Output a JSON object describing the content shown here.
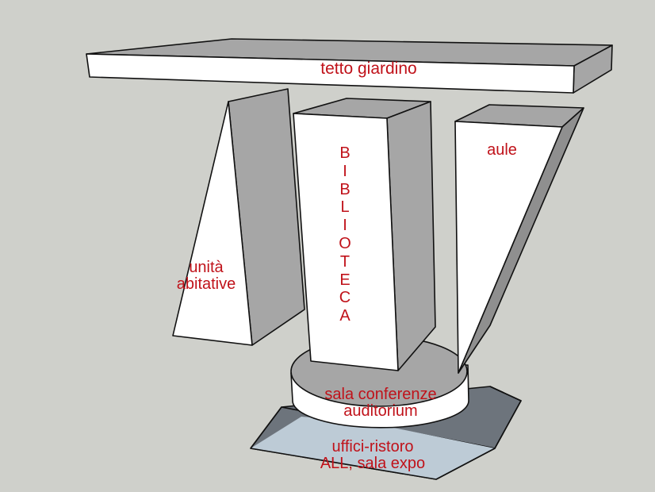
{
  "diagram": {
    "type": "3d-massing-model",
    "colors": {
      "background": "#cfd0cb",
      "face_light": "#ffffff",
      "face_mid": "#a6a6a6",
      "face_dark": "#8f8f8f",
      "base_top": "#bdcbd6",
      "base_shadow": "#6d747c",
      "label": "#c0121a"
    },
    "labels": {
      "roof": "tetto giardino",
      "housing_line1": "unità",
      "housing_line2": "abitative",
      "library_letters": [
        "B",
        "I",
        "B",
        "L",
        "I",
        "O",
        "T",
        "E",
        "C",
        "A"
      ],
      "classrooms": "aule",
      "conference_line1": "sala conferenze",
      "conference_line2": "auditorium",
      "base_line1": "uffici-ristoro",
      "base_line2": "ALL, sala expo"
    }
  }
}
